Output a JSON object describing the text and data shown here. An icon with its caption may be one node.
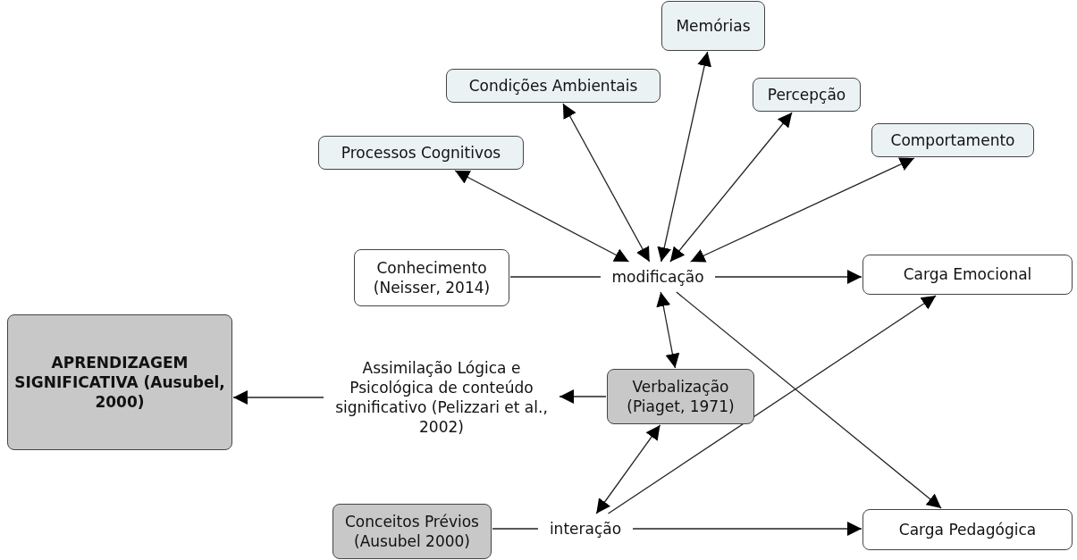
{
  "diagram": {
    "nodes": [
      {
        "text": [
          "Memórias"
        ]
      },
      {
        "text": [
          "Condições Ambientais"
        ]
      },
      {
        "text": [
          "Percepção"
        ]
      },
      {
        "text": [
          "Processos Cognitivos"
        ]
      },
      {
        "text": [
          "Comportamento"
        ]
      },
      {
        "text": [
          "Conhecimento (Neisser, 2014)"
        ]
      },
      {
        "text": [
          "modificação"
        ]
      },
      {
        "text": [
          "Carga Emocional"
        ]
      },
      {
        "text": [
          "APRENDIZAGEM SIGNIFICATIVA (Ausubel, 2000)"
        ]
      },
      {
        "text": [
          "Assimilação Lógica e Psicológica de conteúdo significativo (Pelizzari et al., 2002)"
        ]
      },
      {
        "text": [
          "Verbalização (Piaget, 1971)"
        ]
      },
      {
        "text": [
          "Conceitos Prévios (Ausubel 2000)"
        ]
      },
      {
        "text": [
          "interação"
        ]
      },
      {
        "text": [
          "Carga Pedagógica"
        ]
      }
    ],
    "edges": [
      {
        "from": 6,
        "to": 0,
        "arrow": "both"
      },
      {
        "from": 6,
        "to": 1,
        "arrow": "both"
      },
      {
        "from": 6,
        "to": 2,
        "arrow": "both"
      },
      {
        "from": 6,
        "to": 3,
        "arrow": "both"
      },
      {
        "from": 6,
        "to": 4,
        "arrow": "both"
      },
      {
        "from": 5,
        "to": 6,
        "arrow": "none"
      },
      {
        "from": 6,
        "to": 7,
        "arrow": "to"
      },
      {
        "from": 6,
        "to": 13,
        "arrow": "to"
      },
      {
        "from": 6,
        "to": 10,
        "arrow": "both"
      },
      {
        "from": 10,
        "to": 9,
        "arrow": "to"
      },
      {
        "from": 9,
        "to": 8,
        "arrow": "to"
      },
      {
        "from": 10,
        "to": 12,
        "arrow": "both"
      },
      {
        "from": 11,
        "to": 12,
        "arrow": "none"
      },
      {
        "from": 12,
        "to": 13,
        "arrow": "to"
      },
      {
        "from": 12,
        "to": 7,
        "arrow": "to"
      }
    ]
  }
}
